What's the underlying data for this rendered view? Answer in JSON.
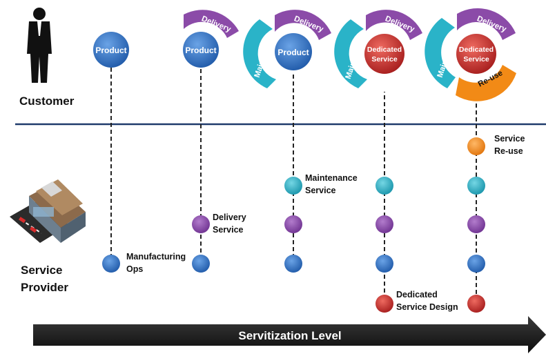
{
  "actors": {
    "customer": "Customer",
    "provider": [
      "Service",
      "Provider"
    ]
  },
  "axis": {
    "label": "Servitization Level"
  },
  "badges": {
    "product": "Product",
    "dedicated": [
      "Dedicated",
      "Service"
    ],
    "delivery": "Delivery",
    "maintenance": "Maintenance",
    "reuse": "Re-use"
  },
  "notes": {
    "manufacturing": [
      "Manufacturing",
      "Ops"
    ],
    "delivery": [
      "Delivery",
      "Service"
    ],
    "maintenance": [
      "Maintenance",
      "Service"
    ],
    "dedicated": [
      "Dedicated",
      "Service Design"
    ],
    "reuse": [
      "Service",
      "Re-use"
    ]
  },
  "colors": {
    "product_blue": "#2f72c4",
    "delivery_purple": "#8b4ba8",
    "maintenance_teal": "#2ab3c8",
    "dedicated_red": "#cc2a2a",
    "reuse_orange": "#f28a16",
    "divider": "#1f3a6b",
    "axis": "#1a1a1a"
  },
  "icons": [
    "person-silhouette-icon",
    "factory-building-icon",
    "arrow-right-icon"
  ]
}
